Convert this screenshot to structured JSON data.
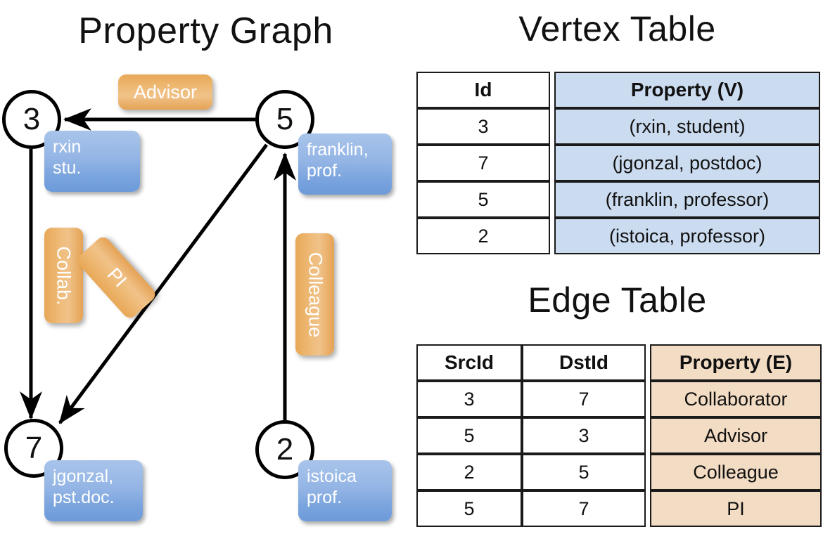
{
  "titles": {
    "property_graph": "Property Graph",
    "vertex_table": "Vertex Table",
    "edge_table": "Edge Table"
  },
  "graph": {
    "nodes": [
      {
        "id": "3",
        "name": "rxin",
        "role": "stu."
      },
      {
        "id": "5",
        "name": "franklin,",
        "role": "prof."
      },
      {
        "id": "7",
        "name": "jgonzal,",
        "role": "pst.doc."
      },
      {
        "id": "2",
        "name": "istoica",
        "role": "prof."
      }
    ],
    "edge_labels": [
      {
        "key": "advisor",
        "text": "Advisor"
      },
      {
        "key": "collab",
        "text": "Collab."
      },
      {
        "key": "pi",
        "text": "PI"
      },
      {
        "key": "colleague",
        "text": "Colleague"
      }
    ]
  },
  "vertex_table": {
    "headers": [
      "Id",
      "Property (V)"
    ],
    "rows": [
      {
        "id": "3",
        "property": "(rxin, student)"
      },
      {
        "id": "7",
        "property": "(jgonzal, postdoc)"
      },
      {
        "id": "5",
        "property": "(franklin, professor)"
      },
      {
        "id": "2",
        "property": "(istoica, professor)"
      }
    ]
  },
  "edge_table": {
    "headers": [
      "SrcId",
      "DstId",
      "Property (E)"
    ],
    "rows": [
      {
        "src": "3",
        "dst": "7",
        "property": "Collaborator"
      },
      {
        "src": "5",
        "dst": "3",
        "property": "Advisor"
      },
      {
        "src": "2",
        "dst": "5",
        "property": "Colleague"
      },
      {
        "src": "5",
        "dst": "7",
        "property": "PI"
      }
    ]
  },
  "colors": {
    "vertex_property_fill": "#ccdcf0",
    "edge_property_fill": "#f3dcc4",
    "node_box_blue": "#7aa4de",
    "edge_label_orange": "#e8a857",
    "stroke": "#000000"
  }
}
